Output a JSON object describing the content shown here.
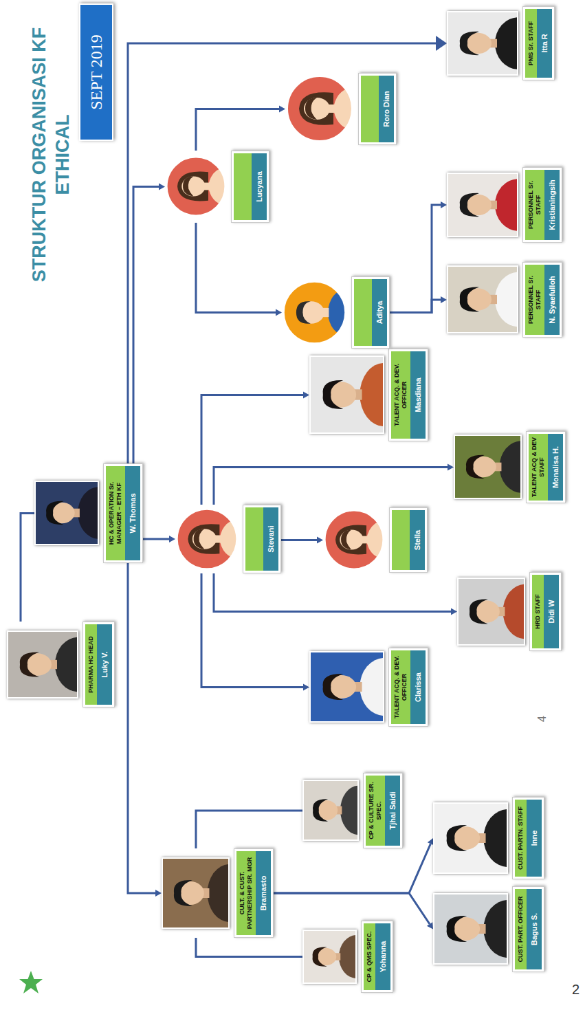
{
  "diagram": {
    "title": "STRUKTUR ORGANISASI KF ETHICAL",
    "nodes": [
      {
        "text": [
          "SEPT 2019"
        ]
      },
      {
        "text": [
          "PHARMA HC HEAD",
          "Luky V."
        ]
      },
      {
        "text": [
          "HC & OPERATION Sr. MANAGER – ETH KF",
          "W. Thomas"
        ]
      },
      {
        "text": [
          "CULT. & CUST. PARTNERSHIP SR. MGR",
          "Bramasto"
        ]
      },
      {
        "text": [
          "CP & QMS SPEC.",
          "Yohanna"
        ]
      },
      {
        "text": [
          "CP & CULTURE SR. SPEC.",
          "Tjhai Saidi"
        ]
      },
      {
        "text": [
          "CUST. PART. OFFICER",
          "Bagus S."
        ]
      },
      {
        "text": [
          "CUST. PARTN. STAFF",
          "Inne"
        ]
      },
      {
        "text": [
          "Stevani"
        ]
      },
      {
        "text": [
          "TALENT ACQ. & DEV. OFFICER",
          "Clarissa"
        ]
      },
      {
        "text": [
          "HRD STAFF",
          "Didi W"
        ]
      },
      {
        "text": [
          "Stella"
        ]
      },
      {
        "text": [
          "TALENT ACQ & DEV STAFF",
          "Monalisa H."
        ]
      },
      {
        "text": [
          "TALENT ACQ. & DEV. OFFICER",
          "Masdiana"
        ]
      },
      {
        "text": [
          "Lucyana"
        ]
      },
      {
        "text": [
          "Aditya"
        ]
      },
      {
        "text": [
          "PERSONNEL Sr. STAFF",
          "N. Syaefulloh"
        ]
      },
      {
        "text": [
          "PERSONNEL Sr. STAFF",
          "Kristianingsih"
        ]
      },
      {
        "text": [
          "Roro Dian"
        ]
      },
      {
        "text": [
          "PMS Sr. STAFF",
          "Itta R"
        ]
      }
    ],
    "edges": [
      {
        "from": 1,
        "to": 2,
        "arrow": "none"
      },
      {
        "from": 2,
        "to": 3,
        "arrow": "to"
      },
      {
        "from": 2,
        "to": 8,
        "arrow": "to"
      },
      {
        "from": 2,
        "to": 14,
        "arrow": "to"
      },
      {
        "from": 2,
        "to": 19,
        "arrow": "to"
      },
      {
        "from": 3,
        "to": 4,
        "arrow": "none"
      },
      {
        "from": 3,
        "to": 5,
        "arrow": "none"
      },
      {
        "from": 3,
        "to": 6,
        "arrow": "to"
      },
      {
        "from": 3,
        "to": 7,
        "arrow": "to"
      },
      {
        "from": 8,
        "to": 9,
        "arrow": "to"
      },
      {
        "from": 8,
        "to": 10,
        "arrow": "to"
      },
      {
        "from": 8,
        "to": 11,
        "arrow": "to"
      },
      {
        "from": 8,
        "to": 12,
        "arrow": "to"
      },
      {
        "from": 8,
        "to": 13,
        "arrow": "to"
      },
      {
        "from": 14,
        "to": 15,
        "arrow": "to"
      },
      {
        "from": 14,
        "to": 18,
        "arrow": "to"
      },
      {
        "from": 15,
        "to": 16,
        "arrow": "to"
      },
      {
        "from": 15,
        "to": 17,
        "arrow": "to"
      }
    ],
    "labels": [
      "4",
      "2"
    ]
  }
}
